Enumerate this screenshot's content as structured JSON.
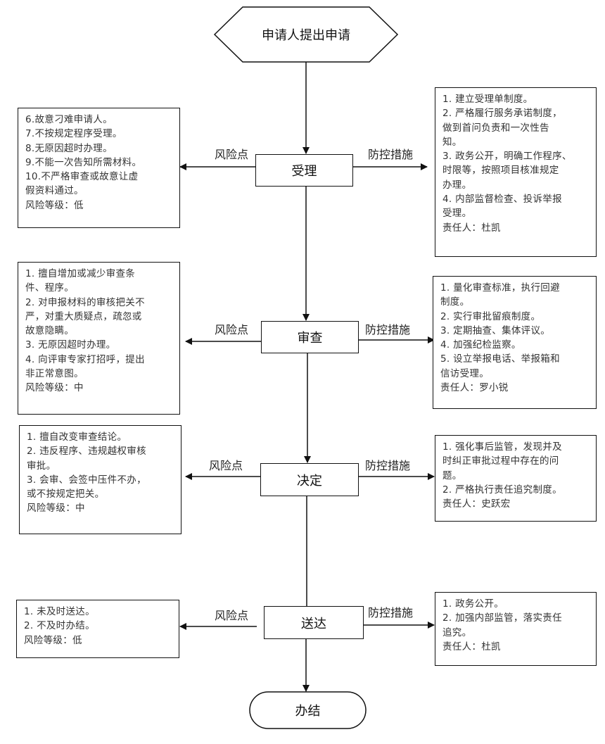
{
  "start": "申请人提出申请",
  "end": "办结",
  "risk_label": "风险点",
  "control_label": "防控措施",
  "steps": [
    {
      "name": "受理",
      "risks": [
        "6.故意刁难申请人。",
        "7.不按规定程序受理。",
        "8.无原因超时办理。",
        "9.不能一次告知所需材料。",
        "10.不严格审查或故意让虚",
        "假资料通过。",
        "风险等级：低"
      ],
      "controls": [
        "1. 建立受理单制度。",
        "2. 严格履行服务承诺制度，",
        "做到首问负责和一次性告",
        "知。",
        "3. 政务公开，明确工作程序、",
        "时限等，按照项目核准规定",
        "办理。",
        "4. 内部监督检查、投诉举报",
        "受理。",
        "责任人：杜凯"
      ]
    },
    {
      "name": "审查",
      "risks": [
        "1. 擅自增加或减少审查条",
        "件、程序。",
        "2. 对申报材料的审核把关不",
        "严，对重大质疑点，疏忽或",
        "故意隐瞒。",
        "3. 无原因超时办理。",
        "4. 向评审专家打招呼，提出",
        "非正常意图。",
        "风险等级：中"
      ],
      "controls": [
        "1. 量化审查标准，执行回避",
        "制度。",
        "2. 实行审批留痕制度。",
        "3. 定期抽查、集体评议。",
        "4. 加强纪检监察。",
        "5. 设立举报电话、举报箱和",
        "信访受理。",
        "责任人：罗小锐"
      ]
    },
    {
      "name": "决定",
      "risks": [
        "1. 擅自改变审查结论。",
        "2. 违反程序、违规越权审核",
        "审批。",
        "3. 会审、会签中压件不办，",
        "或不按规定把关。",
        "风险等级：中"
      ],
      "controls": [
        "1. 强化事后监管，发现并及",
        "时纠正审批过程中存在的问",
        "题。",
        "2. 严格执行责任追究制度。",
        "责任人：史跃宏"
      ]
    },
    {
      "name": "送达",
      "risks": [
        "1. 未及时送达。",
        "2. 不及时办结。",
        "风险等级：低"
      ],
      "controls": [
        "1. 政务公开。",
        "2. 加强内部监管，落实责任",
        "追究。",
        "责任人：杜凯"
      ]
    }
  ]
}
